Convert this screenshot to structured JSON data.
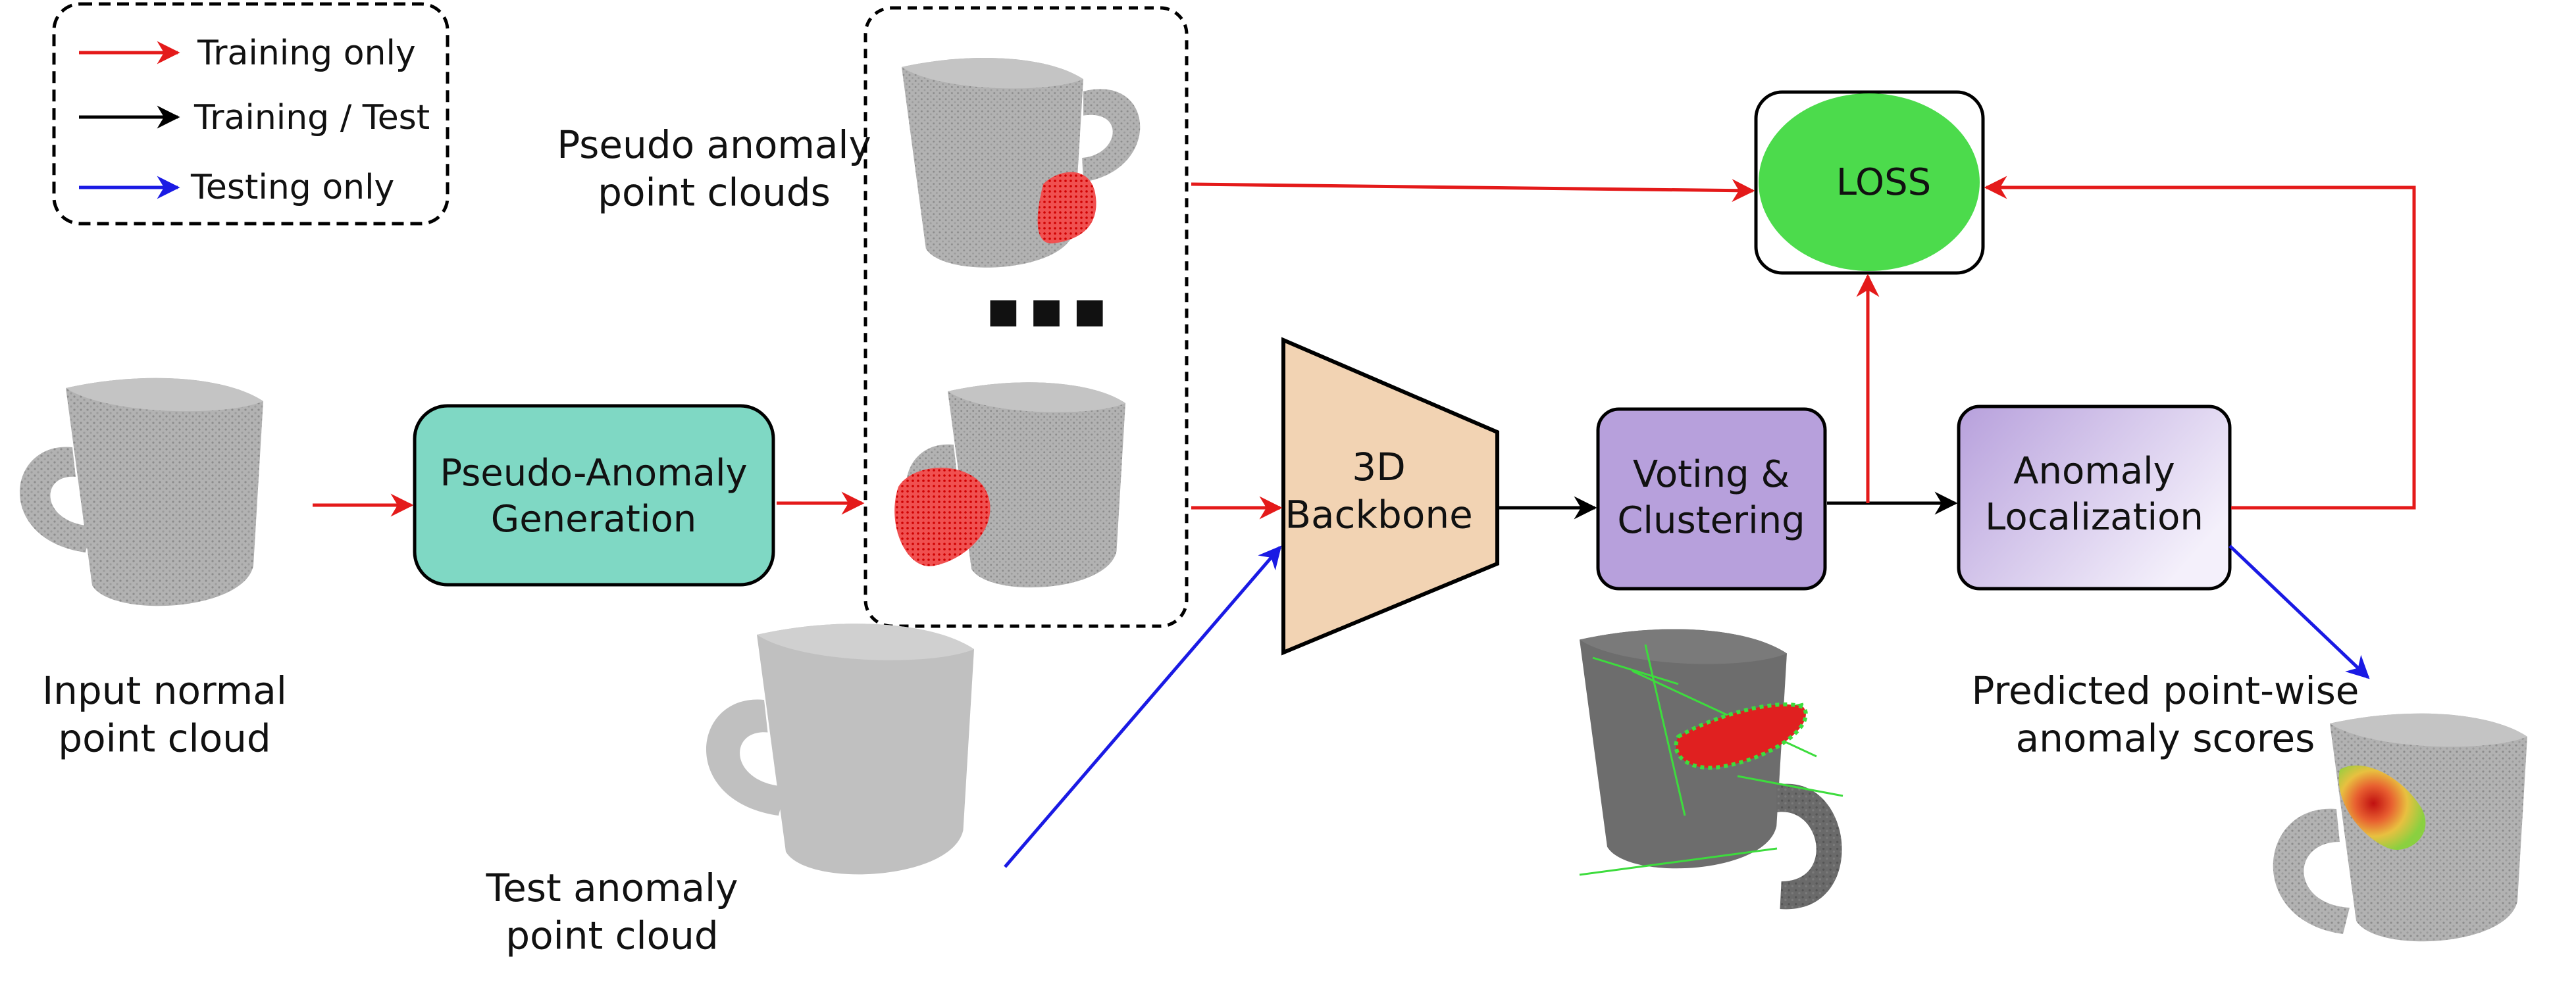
{
  "legend": {
    "items": [
      {
        "label": "Training only",
        "color": "#e41a1a"
      },
      {
        "label": "Training / Test",
        "color": "#000000"
      },
      {
        "label": "Testing only",
        "color": "#1a1ae4"
      }
    ]
  },
  "labels": {
    "pseudo_anomaly_title": "Pseudo anomaly\npoint clouds",
    "input_normal": "Input normal\npoint cloud",
    "test_anomaly": "Test anomaly\npoint cloud",
    "predicted": "Predicted point-wise\nanomaly scores",
    "ellipsis": "■ ■ ■"
  },
  "nodes": {
    "generation": "Pseudo-Anomaly\nGeneration",
    "backbone": "3D\nBackbone",
    "voting": "Voting &\nClustering",
    "localization": "Anomaly\nLocalization",
    "loss": "LOSS"
  },
  "colors": {
    "training_only": "#e41a1a",
    "training_test": "#000000",
    "testing_only": "#1a1ae4",
    "generation_fill": "#7fd8c4",
    "backbone_fill": "#f2d3b3",
    "voting_fill": "#b7a0dc",
    "localization_fill": "#d8c8ee",
    "loss_fill": "#4cdb4c",
    "point_cloud": "#9a9a9a"
  },
  "icons": [
    "mug-point-cloud",
    "anomaly-patch",
    "offset-vectors",
    "anomaly-heatmap"
  ]
}
